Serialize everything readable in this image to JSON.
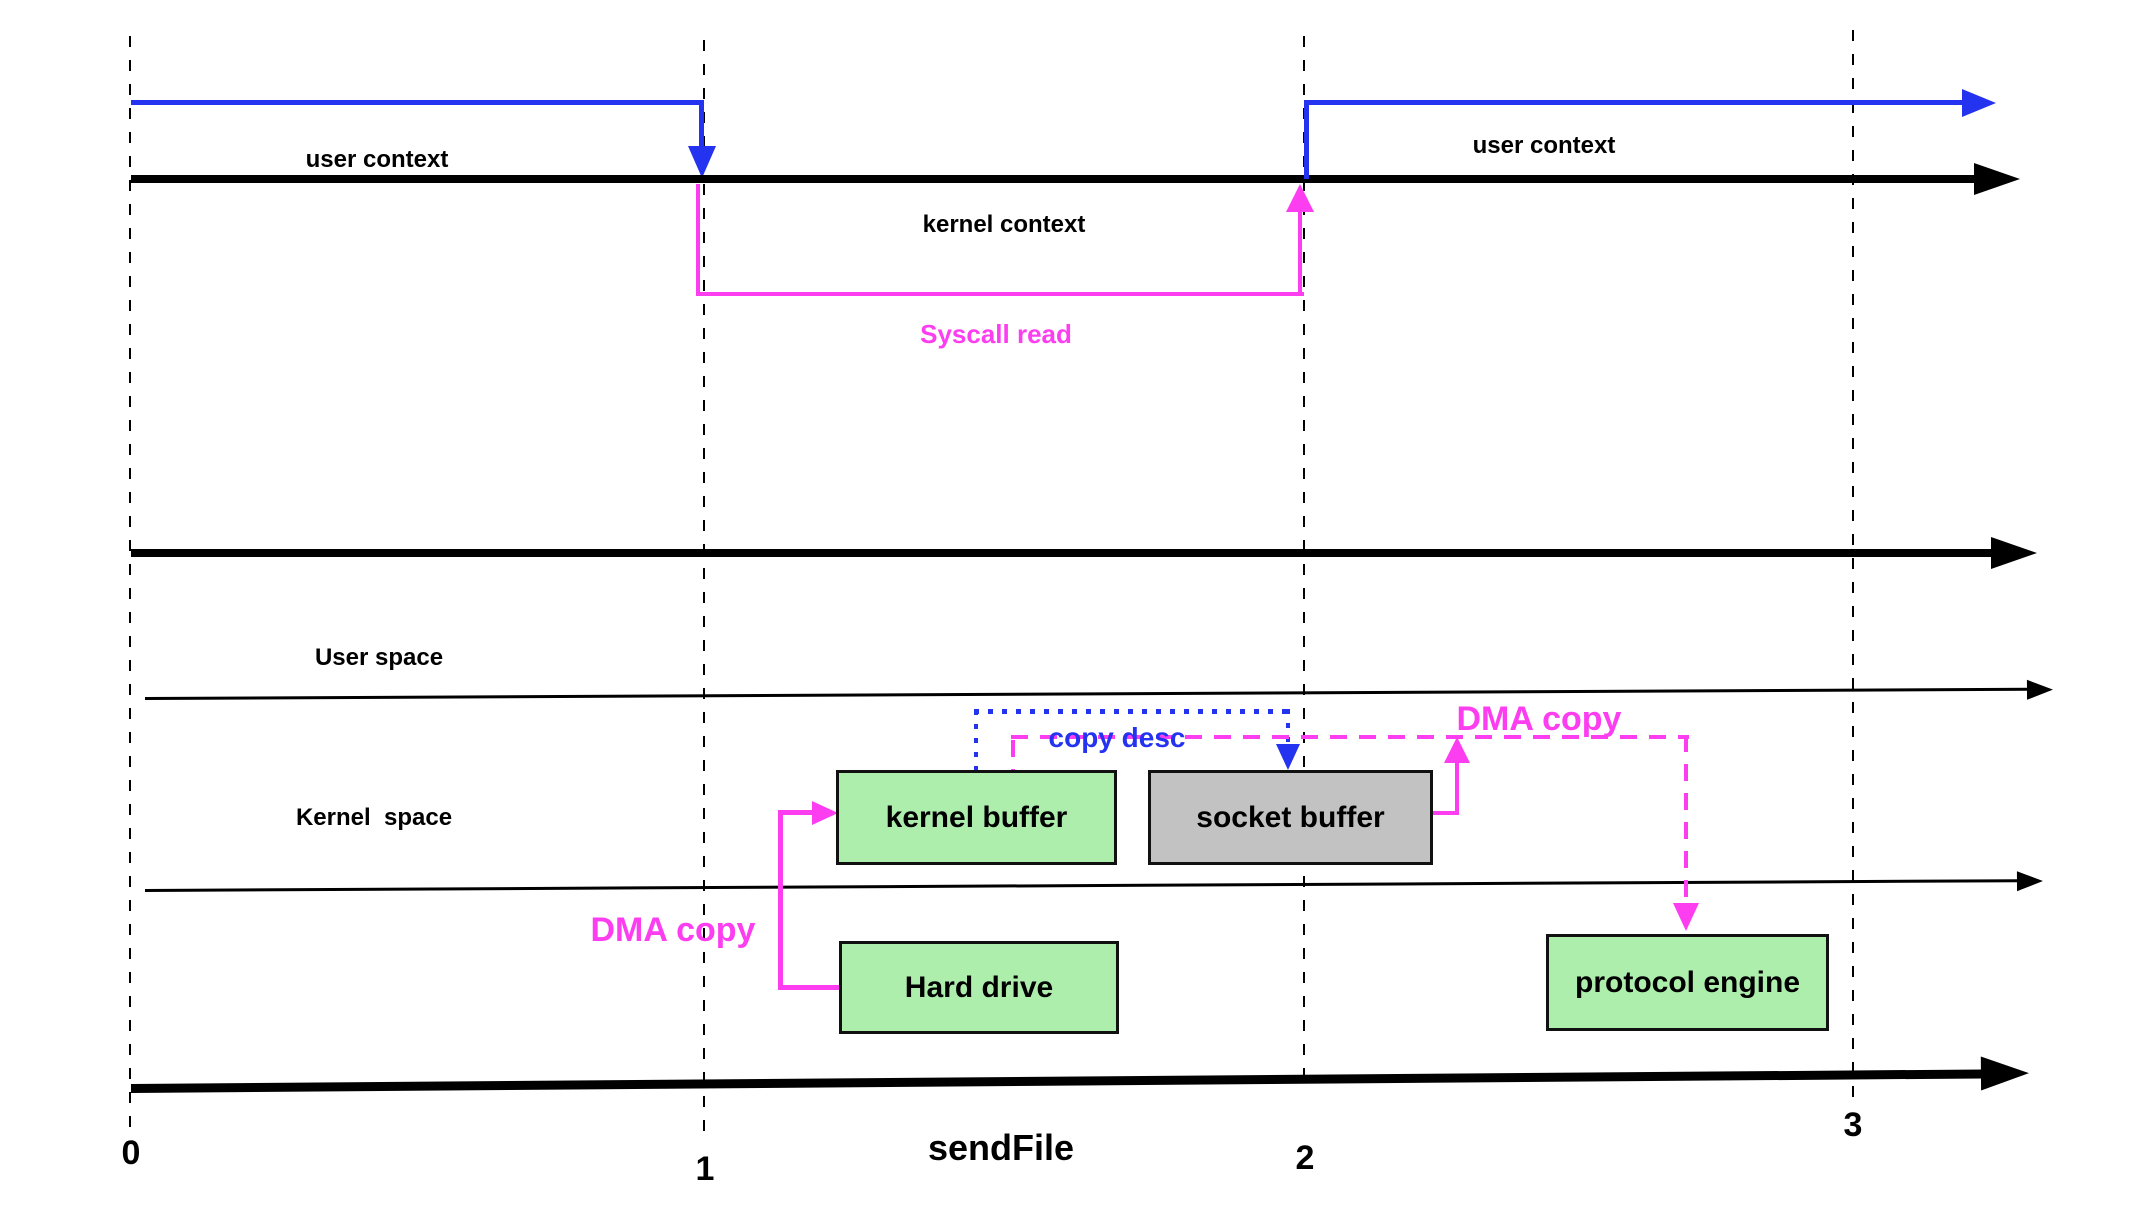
{
  "diagram": {
    "context_row": {
      "user_context_left": "user context",
      "kernel_context": "kernel context",
      "syscall_read": "Syscall read",
      "user_context_right": "user context"
    },
    "spaces": {
      "user_space": "User space",
      "kernel_space": "Kernel  space"
    },
    "boxes": {
      "kernel_buffer": "kernel buffer",
      "socket_buffer": "socket buffer",
      "hard_drive": "Hard drive",
      "protocol_engine": "protocol engine"
    },
    "flow_labels": {
      "copy_desc": "copy desc",
      "dma_copy_left": "DMA copy",
      "dma_copy_right": "DMA copy"
    },
    "timeline": {
      "ticks": [
        "0",
        "1",
        "2",
        "3"
      ],
      "label": "sendFile"
    },
    "colors": {
      "line_blue": "#2433f0",
      "line_magenta": "#fc3df0",
      "box_green": "#adeead",
      "box_gray": "#c2c2c2",
      "axis_black": "#000000"
    }
  }
}
